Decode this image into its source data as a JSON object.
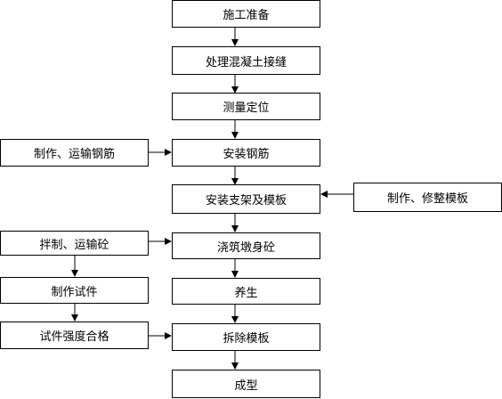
{
  "main_flow": [
    {
      "id": "shigong",
      "label": "施工准备"
    },
    {
      "id": "chuli",
      "label": "处理混凝土接缝"
    },
    {
      "id": "celiang",
      "label": "测量定位"
    },
    {
      "id": "anzhuang-gangjin",
      "label": "安装钢筋"
    },
    {
      "id": "anzhuang-muban",
      "label": "安装支架及模板"
    },
    {
      "id": "jiaozhu",
      "label": "浇筑墩身砼"
    },
    {
      "id": "yangsheng",
      "label": "养生"
    },
    {
      "id": "chaichu",
      "label": "拆除模板"
    },
    {
      "id": "chengxing",
      "label": "成型"
    }
  ],
  "side_flow": [
    {
      "id": "zhizuo-gangjin",
      "label": "制作、运输钢筋"
    },
    {
      "id": "zhizuo-muban",
      "label": "制作、修整模板"
    },
    {
      "id": "banzhi",
      "label": "拌制、运输砼"
    },
    {
      "id": "shijian",
      "label": "制作试件"
    },
    {
      "id": "qiangdu",
      "label": "试件强度合格"
    }
  ],
  "colors": {
    "line": "#000000",
    "box_fill": "#ffffff"
  }
}
